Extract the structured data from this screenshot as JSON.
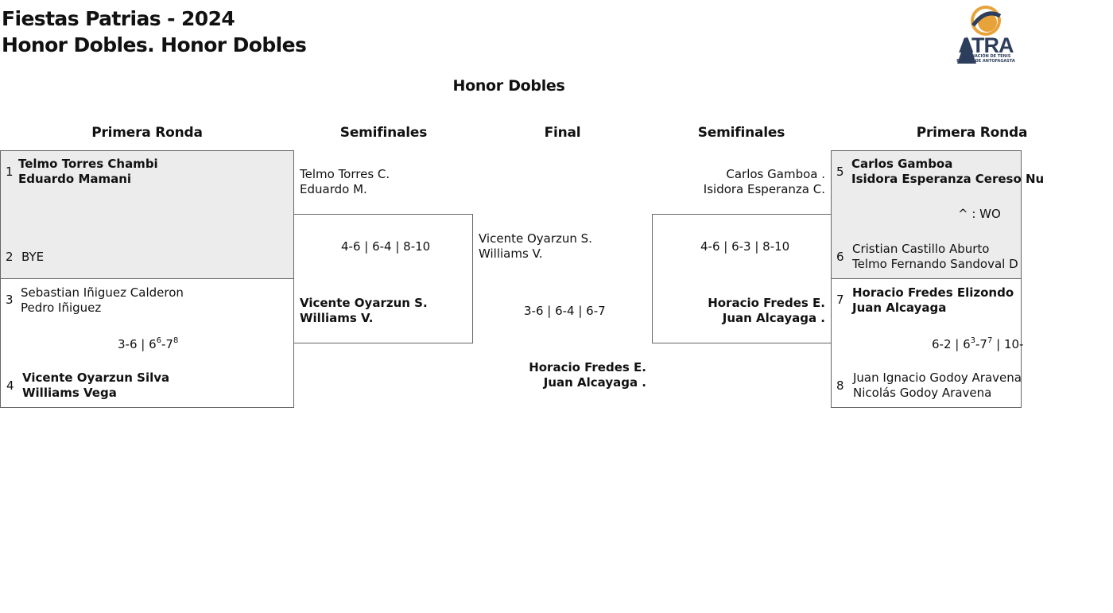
{
  "header": {
    "title_line1": "Fiestas Patrias - 2024",
    "title_line2": "Honor Dobles. Honor Dobles",
    "logo_text": "ATRA",
    "logo_subtext1": "ASOCIACIÓN DE TENIS",
    "logo_subtext2": "REGIÓN DE ANTOFAGASTA"
  },
  "draw": {
    "title": "Honor Dobles",
    "rounds": {
      "left_r1": "Primera Ronda",
      "left_sf": "Semifinales",
      "final": "Final",
      "right_sf": "Semifinales",
      "right_r1": "Primera Ronda"
    }
  },
  "left_r1": {
    "m1": {
      "seed_a": "1",
      "a1": "Telmo Torres Chambi",
      "a2": "Eduardo Mamani",
      "seed_b": "2",
      "b1": "BYE"
    },
    "m2": {
      "seed_a": "3",
      "a1": "Sebastian Iñiguez Calderon",
      "a2": "Pedro Iñiguez",
      "score_main": "3-6 | 6",
      "score_sup1": "6",
      "score_mid": "-7",
      "score_sup2": "8",
      "seed_b": "4",
      "b1": "Vicente Oyarzun Silva",
      "b2": "Williams Vega"
    }
  },
  "left_sf": {
    "a1": "Telmo Torres C.",
    "a2": "Eduardo M.",
    "score": "4-6 | 6-4 | 8-10",
    "b1": "Vicente Oyarzun S.",
    "b2": "Williams V."
  },
  "final": {
    "a1": "Vicente Oyarzun S.",
    "a2": "Williams V.",
    "score": "3-6 | 6-4 | 6-7",
    "winner1": "Horacio Fredes E.",
    "winner2": "Juan Alcayaga ."
  },
  "right_sf": {
    "a1": "Carlos Gamboa .",
    "a2": "Isidora Esperanza C.",
    "score": "4-6 | 6-3 | 8-10",
    "b1": "Horacio Fredes E.",
    "b2": "Juan Alcayaga ."
  },
  "right_r1": {
    "m1": {
      "seed_a": "5",
      "a1": "Carlos Gamboa",
      "a2": "Isidora Esperanza Cereso Nu",
      "score": "^ : WO",
      "seed_b": "6",
      "b1": "Cristian Castillo Aburto",
      "b2": "Telmo Fernando Sandoval D"
    },
    "m2": {
      "seed_a": "7",
      "a1": "Horacio Fredes Elizondo",
      "a2": "Juan Alcayaga",
      "score_main": "6-2 | 6",
      "score_sup1": "3",
      "score_mid": "-7",
      "score_sup2": "7",
      "score_tail": " | 10-",
      "seed_b": "8",
      "b1": "Juan Ignacio Godoy Aravena",
      "b2": "Nicolás Godoy Aravena"
    }
  },
  "colors": {
    "shaded_box": "#ececec",
    "border": "#666666",
    "logo_navy": "#2d3e5c",
    "logo_orange": "#e8a23a"
  }
}
